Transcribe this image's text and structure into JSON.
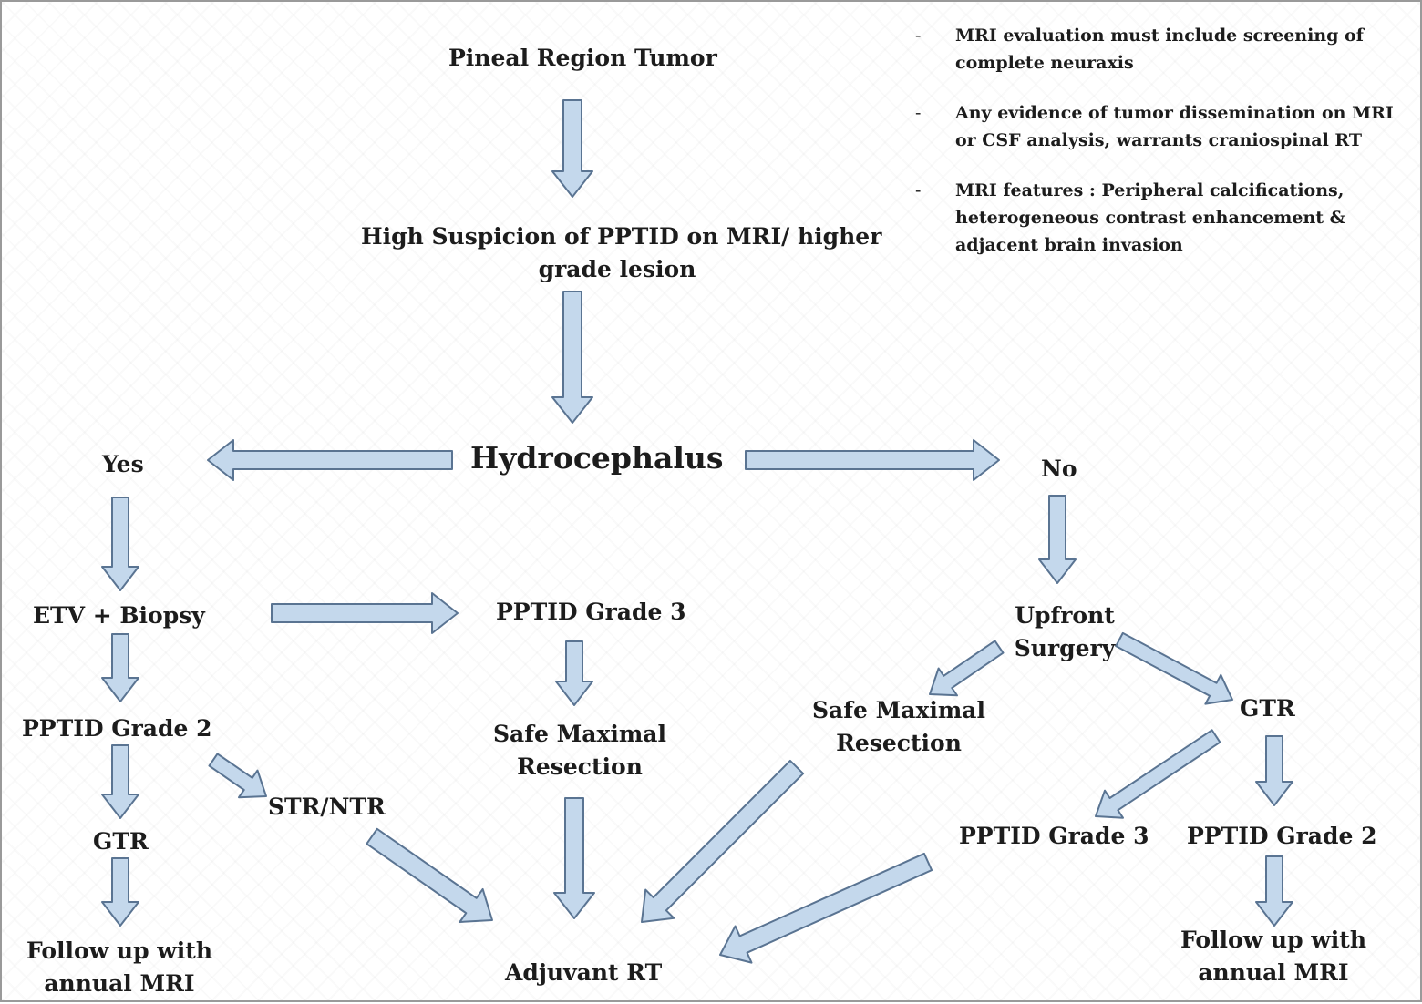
{
  "colors": {
    "arrow_fill": "#c4d8ec",
    "arrow_stroke": "#5a7492",
    "text": "#1c1c1c"
  },
  "nodes": {
    "pineal": "Pineal Region Tumor",
    "suspicion_line1": "High Suspicion of PPTID on MRI/ higher",
    "suspicion_line2": "grade lesion",
    "hydrocephalus": "Hydrocephalus",
    "yes": "Yes",
    "no": "No",
    "etv": "ETV + Biopsy",
    "pptid_g3_center": "PPTID Grade 3",
    "pptid_g2_left": "PPTID Grade 2",
    "safe_center_line1": "Safe Maximal",
    "safe_center_line2": "Resection",
    "str_ntr": "STR/NTR",
    "gtr_left": "GTR",
    "follow_left_line1": "Follow up with",
    "follow_left_line2": "annual MRI",
    "adjuvant": "Adjuvant RT",
    "upfront_line1": "Upfront",
    "upfront_line2": "Surgery",
    "safe_right_line1": "Safe Maximal",
    "safe_right_line2": "Resection",
    "gtr_right": "GTR",
    "pptid_g3_right": "PPTID Grade 3",
    "pptid_g2_right": "PPTID Grade 2",
    "follow_right_line1": "Follow up with",
    "follow_right_line2": "annual MRI"
  },
  "notes": [
    {
      "line1": "MRI evaluation must include screening of",
      "line2": "complete neuraxis",
      "line3": ""
    },
    {
      "line1": "Any evidence of tumor dissemination on MRI",
      "line2": "or CSF analysis, warrants  craniospinal RT",
      "line3": ""
    },
    {
      "line1": "MRI features : Peripheral calcifications,",
      "line2": "heterogeneous contrast enhancement &",
      "line3": "adjacent brain invasion"
    }
  ],
  "arrows": [
    {
      "id": "pineal-to-suspicion"
    },
    {
      "id": "suspicion-to-hydrocephalus"
    },
    {
      "id": "hydrocephalus-to-yes"
    },
    {
      "id": "hydrocephalus-to-no"
    },
    {
      "id": "yes-to-etv"
    },
    {
      "id": "etv-to-pptid-g3"
    },
    {
      "id": "etv-to-pptid-g2"
    },
    {
      "id": "pptid-g3-to-safe-resection"
    },
    {
      "id": "pptid-g2-to-gtr"
    },
    {
      "id": "pptid-g2-to-str-ntr"
    },
    {
      "id": "gtr-to-follow-up"
    },
    {
      "id": "safe-resection-to-adjuvant"
    },
    {
      "id": "str-ntr-to-adjuvant"
    },
    {
      "id": "safe-resection-right-to-adjuvant"
    },
    {
      "id": "pptid-g3-right-to-adjuvant"
    },
    {
      "id": "no-to-upfront"
    },
    {
      "id": "upfront-to-safe-resection"
    },
    {
      "id": "upfront-to-gtr"
    },
    {
      "id": "gtr-right-to-pptid-g3"
    },
    {
      "id": "gtr-right-to-pptid-g2"
    },
    {
      "id": "pptid-g2-right-to-follow-up"
    }
  ]
}
